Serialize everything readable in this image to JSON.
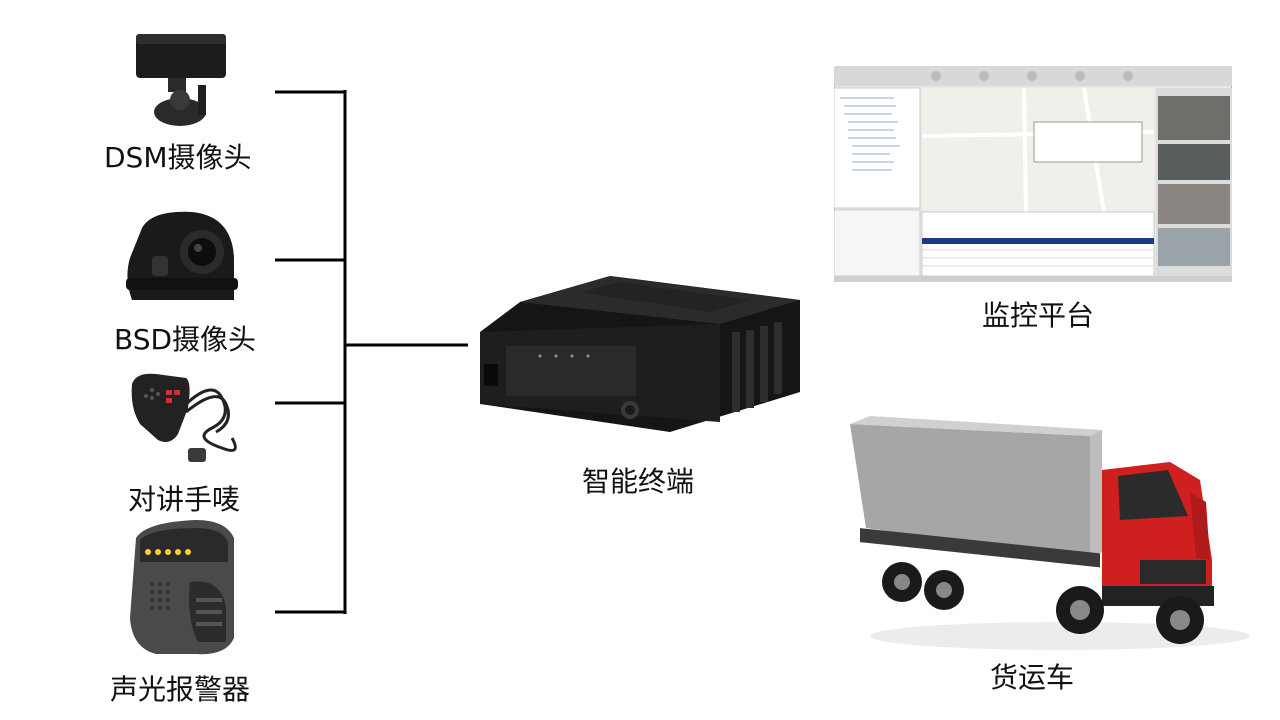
{
  "devices": {
    "dsm_camera": {
      "label": "DSM摄像头"
    },
    "bsd_camera": {
      "label": "BSD摄像头"
    },
    "intercom_mic": {
      "label": "对讲手唛"
    },
    "alarm": {
      "label": "声光报警器"
    }
  },
  "terminal": {
    "label": "智能终端"
  },
  "platform": {
    "label": "监控平台"
  },
  "truck": {
    "label": "货运车"
  },
  "colors": {
    "line": "#000000",
    "device": "#1a1a1a",
    "truck_cab": "#d42020",
    "cargo_box": "#9a9a9a"
  }
}
